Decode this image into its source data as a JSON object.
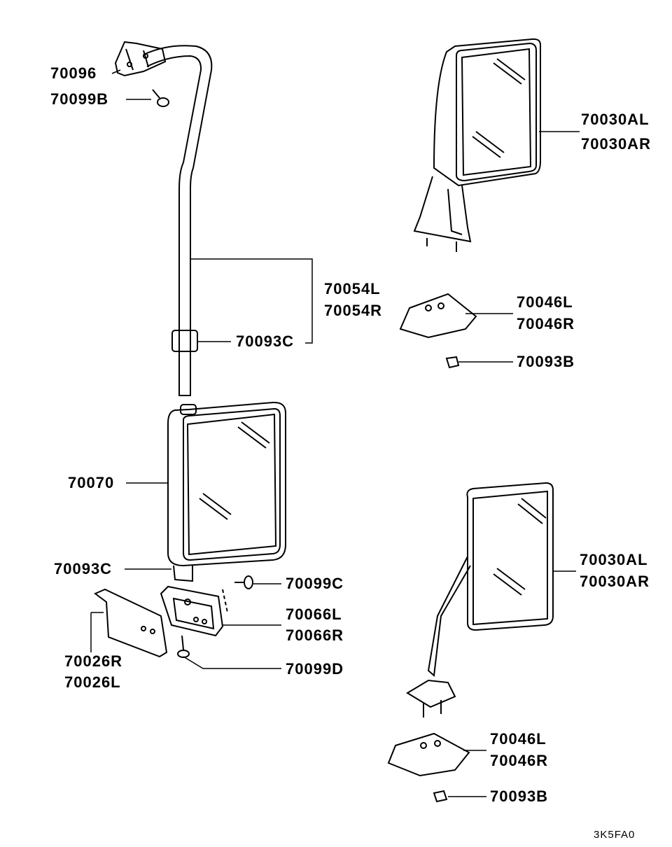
{
  "labels": {
    "p70096": "70096",
    "p70099B": "70099B",
    "p70030A_top": [
      "70030AL",
      "70030AR"
    ],
    "p70054": [
      "70054L",
      "70054R"
    ],
    "p70093C_top": "70093C",
    "p70046_top": [
      "70046L",
      "70046R"
    ],
    "p70093B_top": "70093B",
    "p70070": "70070",
    "p70093C_bottom": "70093C",
    "p70099C": "70099C",
    "p70066": [
      "70066L",
      "70066R"
    ],
    "p70026": [
      "70026R",
      "70026L"
    ],
    "p70099D": "70099D",
    "p70030A_bottom": [
      "70030AL",
      "70030AR"
    ],
    "p70046_bottom": [
      "70046L",
      "70046R"
    ],
    "p70093B_bottom": "70093B"
  },
  "diagram_code": "3K5FA0",
  "colors": {
    "ink": "#000000",
    "paper": "#ffffff"
  }
}
